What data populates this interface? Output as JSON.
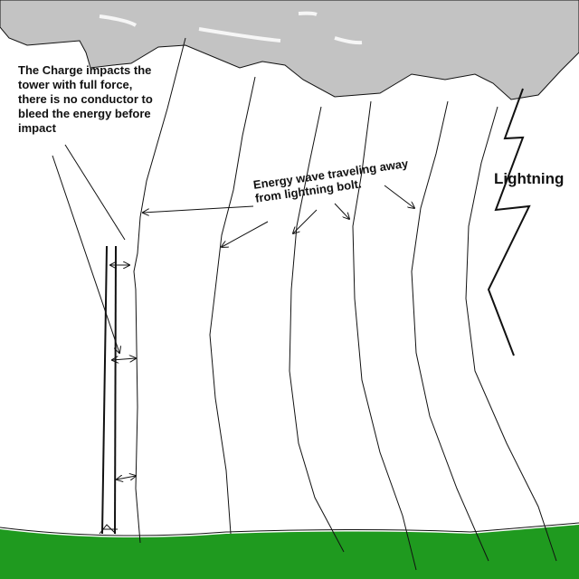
{
  "annotations": {
    "charge_note": "The Charge impacts the tower with full force, there is no conductor to bleed the energy before impact",
    "energy_wave": "Energy wave traveling away\nfrom lightning bolt.",
    "lightning": "Lightning"
  },
  "colors": {
    "cloud": "#c3c3c3",
    "ground": "#1f9a1f",
    "line": "#111111"
  }
}
